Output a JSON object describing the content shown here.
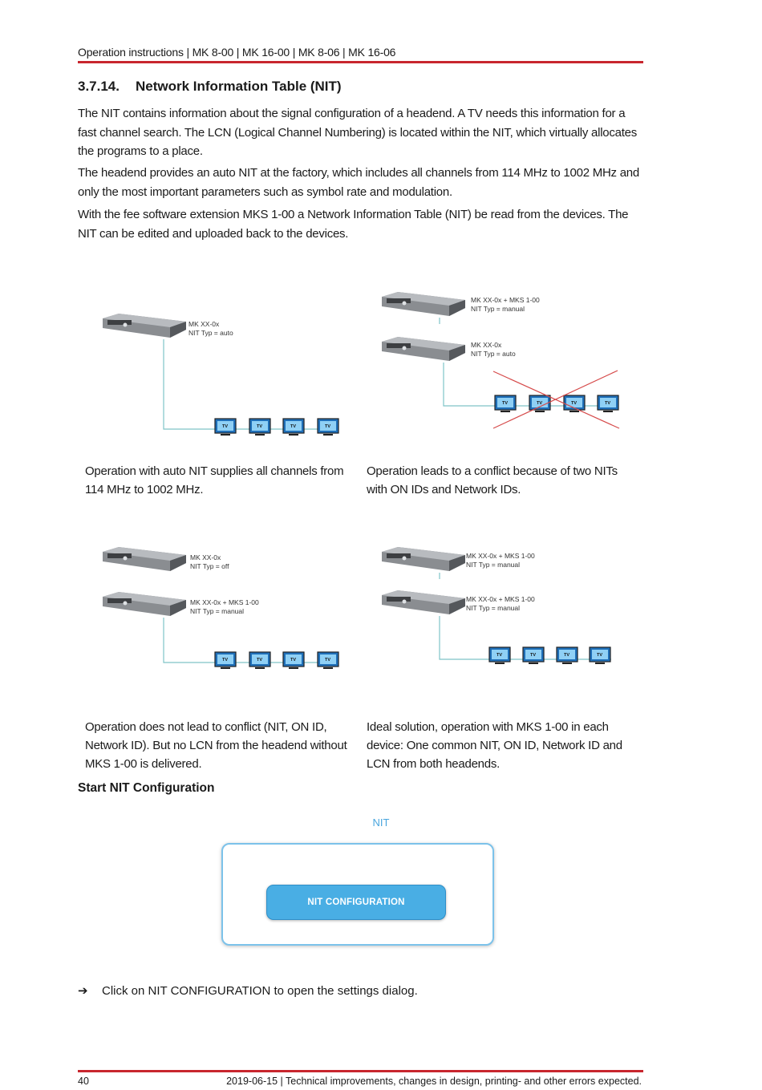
{
  "header": {
    "title": "Operation instructions | MK 8-00 | MK 16-00 | MK 8-06 | MK 16-06"
  },
  "section": {
    "number": "3.7.14.",
    "title": "Network Information Table (NIT)"
  },
  "paragraphs": [
    "The NIT contains information about the signal configuration of a headend. A TV needs this information for a fast channel search. The LCN (Logical Channel Numbering) is located within the NIT, which virtually allocates the programs to a place.",
    "The headend provides an auto NIT at the factory, which includes all channels from 114 MHz to 1002 MHz and only the most important parameters such as symbol rate and modulation.",
    "With the fee software extension MKS 1-00 a Network Information Table (NIT) be read from the devices. The NIT can be edited and uploaded back to the devices."
  ],
  "diagrams": [
    {
      "devices": [
        {
          "name": "MK XX-0x",
          "typ": "NIT Typ = auto"
        }
      ],
      "tvs": [
        "TV",
        "TV",
        "TV",
        "TV"
      ],
      "conflict": false
    },
    {
      "devices": [
        {
          "name": "MK XX-0x  + MKS 1-00",
          "typ": "NIT Typ = manual"
        },
        {
          "name": "MK XX-0x",
          "typ": "NIT Typ = auto"
        }
      ],
      "tvs": [
        "TV",
        "TV",
        "TV",
        "TV"
      ],
      "conflict": true
    },
    {
      "devices": [
        {
          "name": "MK XX-0x",
          "typ": "NIT Typ = off"
        },
        {
          "name": "MK XX-0x  + MKS 1-00",
          "typ": "NIT Typ = manual"
        }
      ],
      "tvs": [
        "TV",
        "TV",
        "TV",
        "TV"
      ],
      "conflict": false
    },
    {
      "devices": [
        {
          "name": "MK XX-0x  + MKS 1-00",
          "typ": "NIT Typ = manual"
        },
        {
          "name": "MK XX-0x  + MKS 1-00",
          "typ": "NIT Typ = manual"
        }
      ],
      "tvs": [
        "TV",
        "TV",
        "TV",
        "TV"
      ],
      "conflict": false
    }
  ],
  "captions": [
    "Operation with auto NIT supplies all channels from 114 MHz to 1002 MHz.",
    "Operation leads to a conflict because of two NITs with ON IDs and Network IDs.",
    "Operation does not lead to conflict (NIT, ON ID, Network ID). But no LCN from the headend without MKS 1-00 is delivered.",
    "Ideal solution, operation with MKS 1-00 in each device: One common NIT, ON ID, Network ID and LCN from both headends."
  ],
  "subheading": "Start NIT Configuration",
  "nit_panel": {
    "title": "NIT",
    "button_label": "NIT CONFIGURATION"
  },
  "instruction": {
    "arrow": "➔",
    "text": "Click on NIT CONFIGURATION to open the settings dialog."
  },
  "footer": {
    "page": "40",
    "note": "2019-06-15 | Technical improvements, changes in design, printing- and other errors expected."
  },
  "colors": {
    "accent_red": "#c8262e",
    "cable": "#7fc4c8",
    "button_blue": "#49aee4",
    "panel_border": "#7cc2ea"
  },
  "icons": [
    "headend-device-icon",
    "tv-icon",
    "conflict-cross-icon",
    "arrow-right-icon"
  ]
}
